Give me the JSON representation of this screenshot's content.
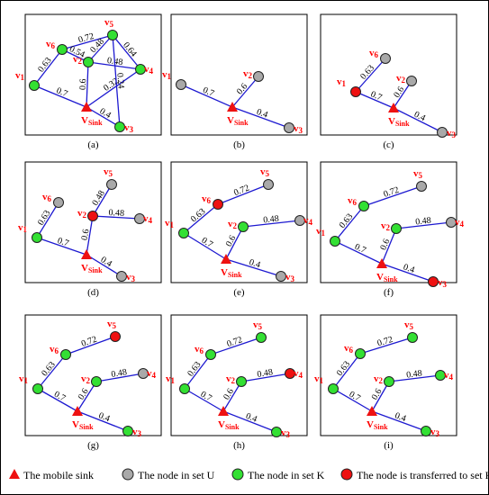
{
  "colors": {
    "edge": "#1d19d0",
    "node_outline": "#222222",
    "set_u": "#a9a9a9",
    "set_k": "#33e033",
    "transferred": "#ee1111",
    "sink": "#ee1111",
    "label": "#ff0000",
    "panel_border": "#000000"
  },
  "icons": {
    "sink": "red-triangle-icon",
    "set_u": "gray-circle-icon",
    "set_k": "green-circle-icon",
    "transferred": "red-circle-icon"
  },
  "node_labels": {
    "v1": "v1",
    "v2": "v2",
    "v3": "v3",
    "v4": "v4",
    "v5": "v5",
    "v6": "v6",
    "sink": "V",
    "sink_sub": "Sink"
  },
  "edge_weights": {
    "sink-v1": "0.7",
    "sink-v3": "0.4",
    "sink-v2": "0.6",
    "v1-v6": "0.63",
    "v6-v5": "0.72",
    "v6-v2": "0.54",
    "v2-v5": "0.48",
    "v2-v4": "0.48",
    "v5-v4": "0.64",
    "sink-v4": "0.32",
    "v5-v3": "0.24"
  },
  "panels": [
    {
      "caption": "(a)",
      "edges": [
        "sink-v1",
        "sink-v3",
        "sink-v2",
        "v1-v6",
        "v6-v5",
        "v6-v2",
        "v2-v5",
        "v2-v4",
        "v5-v4",
        "sink-v4",
        "v5-v3"
      ],
      "nodes": {
        "v1": "K",
        "v2": "K",
        "v3": "K",
        "v4": "K",
        "v5": "K",
        "v6": "K"
      }
    },
    {
      "caption": "(b)",
      "edges": [
        "sink-v1",
        "sink-v3",
        "sink-v2"
      ],
      "nodes": {
        "v1": "U",
        "v2": "U",
        "v3": "U"
      }
    },
    {
      "caption": "(c)",
      "edges": [
        "sink-v1",
        "sink-v3",
        "sink-v2",
        "v1-v6"
      ],
      "nodes": {
        "v1": "T",
        "v2": "U",
        "v3": "U",
        "v6": "U"
      }
    },
    {
      "caption": "(d)",
      "edges": [
        "sink-v1",
        "sink-v3",
        "sink-v2",
        "v1-v6",
        "v2-v5",
        "v2-v4"
      ],
      "nodes": {
        "v1": "K",
        "v2": "T",
        "v3": "U",
        "v4": "U",
        "v5": "U",
        "v6": "U"
      }
    },
    {
      "caption": "(e)",
      "edges": [
        "sink-v1",
        "sink-v3",
        "sink-v2",
        "v1-v6",
        "v6-v5",
        "v2-v4"
      ],
      "nodes": {
        "v1": "K",
        "v2": "K",
        "v3": "U",
        "v4": "U",
        "v5": "U",
        "v6": "T"
      }
    },
    {
      "caption": "(f)",
      "edges": [
        "sink-v1",
        "sink-v3",
        "sink-v2",
        "v1-v6",
        "v6-v5",
        "v2-v4"
      ],
      "nodes": {
        "v1": "K",
        "v2": "K",
        "v3": "T",
        "v4": "U",
        "v5": "U",
        "v6": "K"
      }
    },
    {
      "caption": "(g)",
      "edges": [
        "sink-v1",
        "sink-v3",
        "sink-v2",
        "v1-v6",
        "v6-v5",
        "v2-v4"
      ],
      "nodes": {
        "v1": "K",
        "v2": "K",
        "v3": "K",
        "v4": "U",
        "v5": "T",
        "v6": "K"
      }
    },
    {
      "caption": "(h)",
      "edges": [
        "sink-v1",
        "sink-v3",
        "sink-v2",
        "v1-v6",
        "v6-v5",
        "v2-v4"
      ],
      "nodes": {
        "v1": "K",
        "v2": "K",
        "v3": "K",
        "v4": "T",
        "v5": "K",
        "v6": "K"
      }
    },
    {
      "caption": "(i)",
      "edges": [
        "sink-v1",
        "sink-v3",
        "sink-v2",
        "v1-v6",
        "v6-v5",
        "v2-v4"
      ],
      "nodes": {
        "v1": "K",
        "v2": "K",
        "v3": "K",
        "v4": "K",
        "v5": "K",
        "v6": "K"
      }
    }
  ],
  "legend": {
    "sink": "The mobile sink",
    "set_u": "The node in set U",
    "set_k": "The  node in set K",
    "transferred": "The node is transferred to set K"
  }
}
